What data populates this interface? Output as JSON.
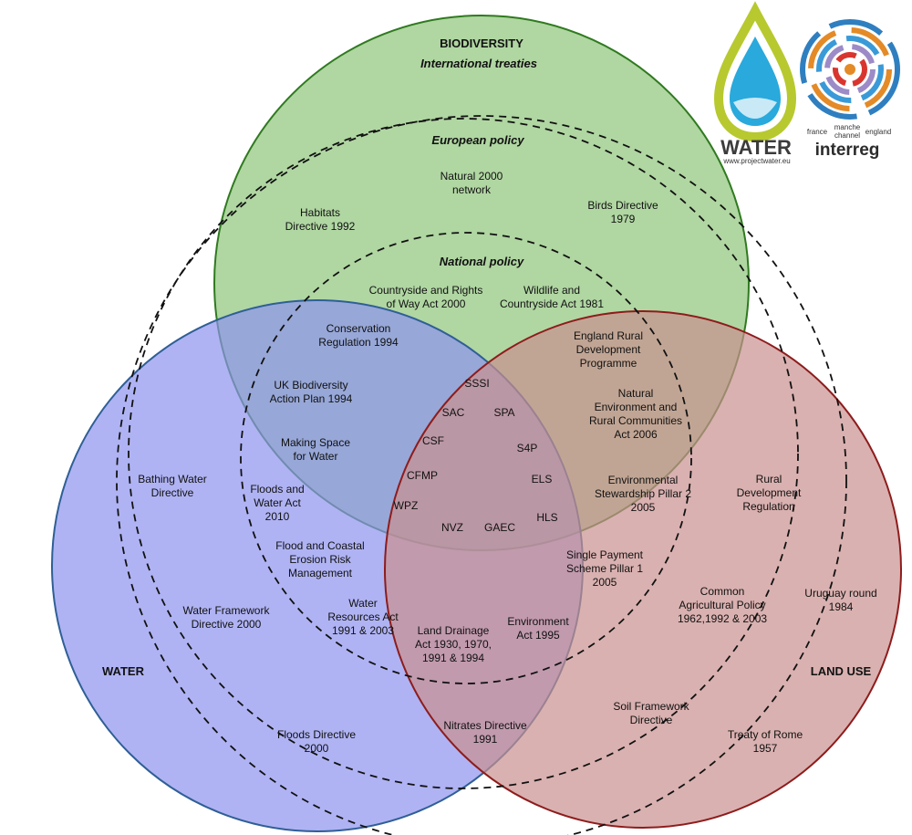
{
  "circles": {
    "biodiversity": {
      "label": "BIODIVERSITY",
      "fill": "#8fc47a",
      "stroke": "#2f7a1f"
    },
    "water": {
      "label": "WATER",
      "fill": "#8d93ee",
      "stroke": "#2f5f96"
    },
    "land_use": {
      "label": "LAND USE",
      "fill": "#c9908f",
      "stroke": "#8e1c1c"
    }
  },
  "policy_levels": {
    "international": "International treaties",
    "european": "European policy",
    "national": "National policy"
  },
  "items": {
    "natural_2000": [
      "Natural 2000",
      "network"
    ],
    "habitats": [
      "Habitats",
      "Directive 1992"
    ],
    "birds": [
      "Birds Directive",
      "1979"
    ],
    "countryside_rights": [
      "Countryside and Rights",
      "of Way Act 2000"
    ],
    "wildlife_countryside": [
      "Wildlife and",
      "Countryside Act 1981"
    ],
    "conservation_regulation": [
      "Conservation",
      "Regulation 1994"
    ],
    "uk_biodiversity": [
      "UK Biodiversity",
      "Action Plan 1994"
    ],
    "making_space": [
      "Making Space",
      "for Water"
    ],
    "england_rural": [
      "England Rural",
      "Development",
      "Programme"
    ],
    "nerc_act": [
      "Natural",
      "Environment and",
      "Rural Communities",
      "Act 2006"
    ],
    "env_stewardship": [
      "Environmental",
      "Stewardship Pillar 2",
      "2005"
    ],
    "bathing_water": [
      "Bathing Water",
      "Directive"
    ],
    "floods_water_act": [
      "Floods and",
      "Water Act",
      "2010"
    ],
    "flood_coastal": [
      "Flood and Coastal",
      "Erosion Risk",
      "Management"
    ],
    "water_framework": [
      "Water Framework",
      "Directive 2000"
    ],
    "water_resources": [
      "Water",
      "Resources Act",
      "1991 & 2003"
    ],
    "land_drainage": [
      "Land Drainage",
      "Act 1930, 1970,",
      "1991 & 1994"
    ],
    "environment_act": [
      "Environment",
      "Act 1995"
    ],
    "single_payment": [
      "Single Payment",
      "Scheme Pillar 1",
      "2005"
    ],
    "rural_dev_reg": [
      "Rural",
      "Development",
      "Regulation"
    ],
    "cap": [
      "Common",
      "Agricultural Policy",
      "1962,1992 & 2003"
    ],
    "uruguay": [
      "Uruguay round",
      "1984"
    ],
    "soil_framework": [
      "Soil Framework",
      "Directive"
    ],
    "floods_directive": [
      "Floods Directive",
      "2000"
    ],
    "nitrates": [
      "Nitrates Directive",
      "1991"
    ],
    "treaty_rome": [
      "Treaty of Rome",
      "1957"
    ]
  },
  "center_acronyms": {
    "sssi": "SSSI",
    "sac": "SAC",
    "spa": "SPA",
    "csf": "CSF",
    "s4p": "S4P",
    "cfmp": "CFMP",
    "els": "ELS",
    "wpz": "WPZ",
    "hls": "HLS",
    "nvz": "NVZ",
    "gaec": "GAEC"
  },
  "logos": {
    "water": {
      "word": "WATER",
      "url": "www.projectwater.eu",
      "drop_color": "#29a9dc",
      "ring_color": "#b7c92e"
    },
    "interreg": {
      "word": "interreg",
      "line": "france",
      "bracket_top": "manche",
      "bracket_bottom": "channel",
      "line_right": "england"
    }
  }
}
